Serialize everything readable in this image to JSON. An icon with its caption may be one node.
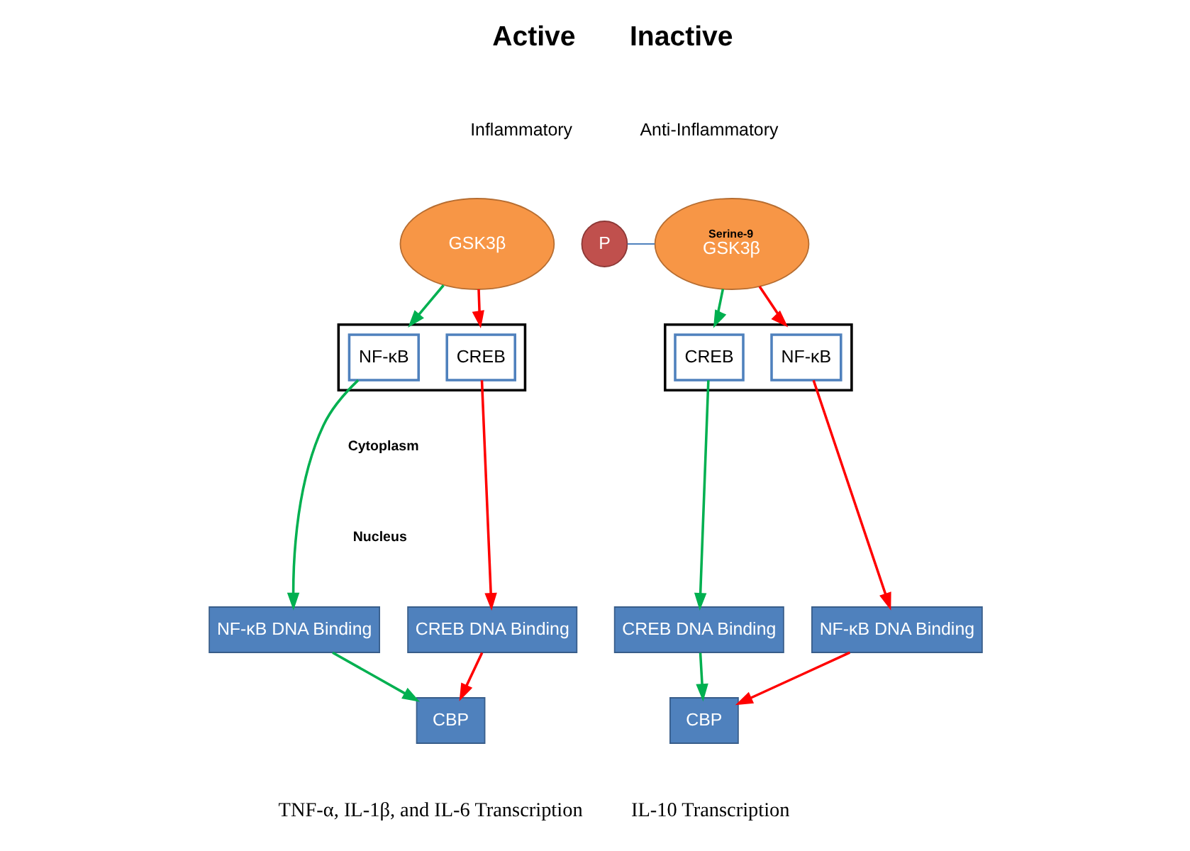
{
  "diagram": {
    "nodes": [
      {
        "text": [
          "GSK3β"
        ]
      },
      {
        "text": [],
        "shape": "box"
      },
      {
        "text": [
          "NF-κB"
        ],
        "in": 1
      },
      {
        "text": [
          "CREB"
        ],
        "in": 1
      },
      {
        "text": [
          "NF-κB DNA Binding"
        ]
      },
      {
        "text": [
          "CREB DNA Binding"
        ]
      },
      {
        "text": [
          "CBP"
        ]
      },
      {
        "text": [
          "Serine-9",
          "GSK3β"
        ]
      },
      {
        "text": [
          "P"
        ]
      },
      {
        "text": [],
        "shape": "box"
      },
      {
        "text": [
          "NF-κB"
        ],
        "in": 9
      },
      {
        "text": [
          "CREB"
        ],
        "in": 9
      },
      {
        "text": [
          "NF-κB DNA Binding"
        ]
      },
      {
        "text": [
          "CREB DNA Binding"
        ]
      },
      {
        "text": [
          "CBP"
        ]
      }
    ],
    "edges": [
      {
        "from": 0,
        "to": 1,
        "arrow": "to",
        "color": "#00b050"
      },
      {
        "from": 0,
        "to": 1,
        "arrow": "to",
        "color": "#ff0000"
      },
      {
        "from": 2,
        "to": 4,
        "arrow": "to",
        "color": "#00b050"
      },
      {
        "from": 3,
        "to": 5,
        "arrow": "to",
        "color": "#ff0000"
      },
      {
        "from": 4,
        "to": 6,
        "arrow": "to",
        "color": "#00b050"
      },
      {
        "from": 5,
        "to": 6,
        "arrow": "to",
        "color": "#ff0000"
      },
      {
        "from": 8,
        "to": 7,
        "arrow": "none",
        "color": "#4f81bd"
      },
      {
        "from": 7,
        "to": 9,
        "arrow": "to",
        "color": "#ff0000"
      },
      {
        "from": 7,
        "to": 9,
        "arrow": "to",
        "color": "#00b050"
      },
      {
        "from": 10,
        "to": 12,
        "arrow": "to",
        "color": "#ff0000"
      },
      {
        "from": 11,
        "to": 13,
        "arrow": "to",
        "color": "#00b050"
      },
      {
        "from": 12,
        "to": 14,
        "arrow": "to",
        "color": "#ff0000"
      },
      {
        "from": 13,
        "to": 14,
        "arrow": "to",
        "color": "#00b050"
      }
    ],
    "labels": [
      "Active",
      "Inflammatory",
      "Inactive",
      "Anti-Inflammatory",
      "Cytoplasm",
      "Nucleus",
      "TNF-α, IL-1β, and IL-6 Transcription",
      "IL-10 Transcription"
    ]
  }
}
